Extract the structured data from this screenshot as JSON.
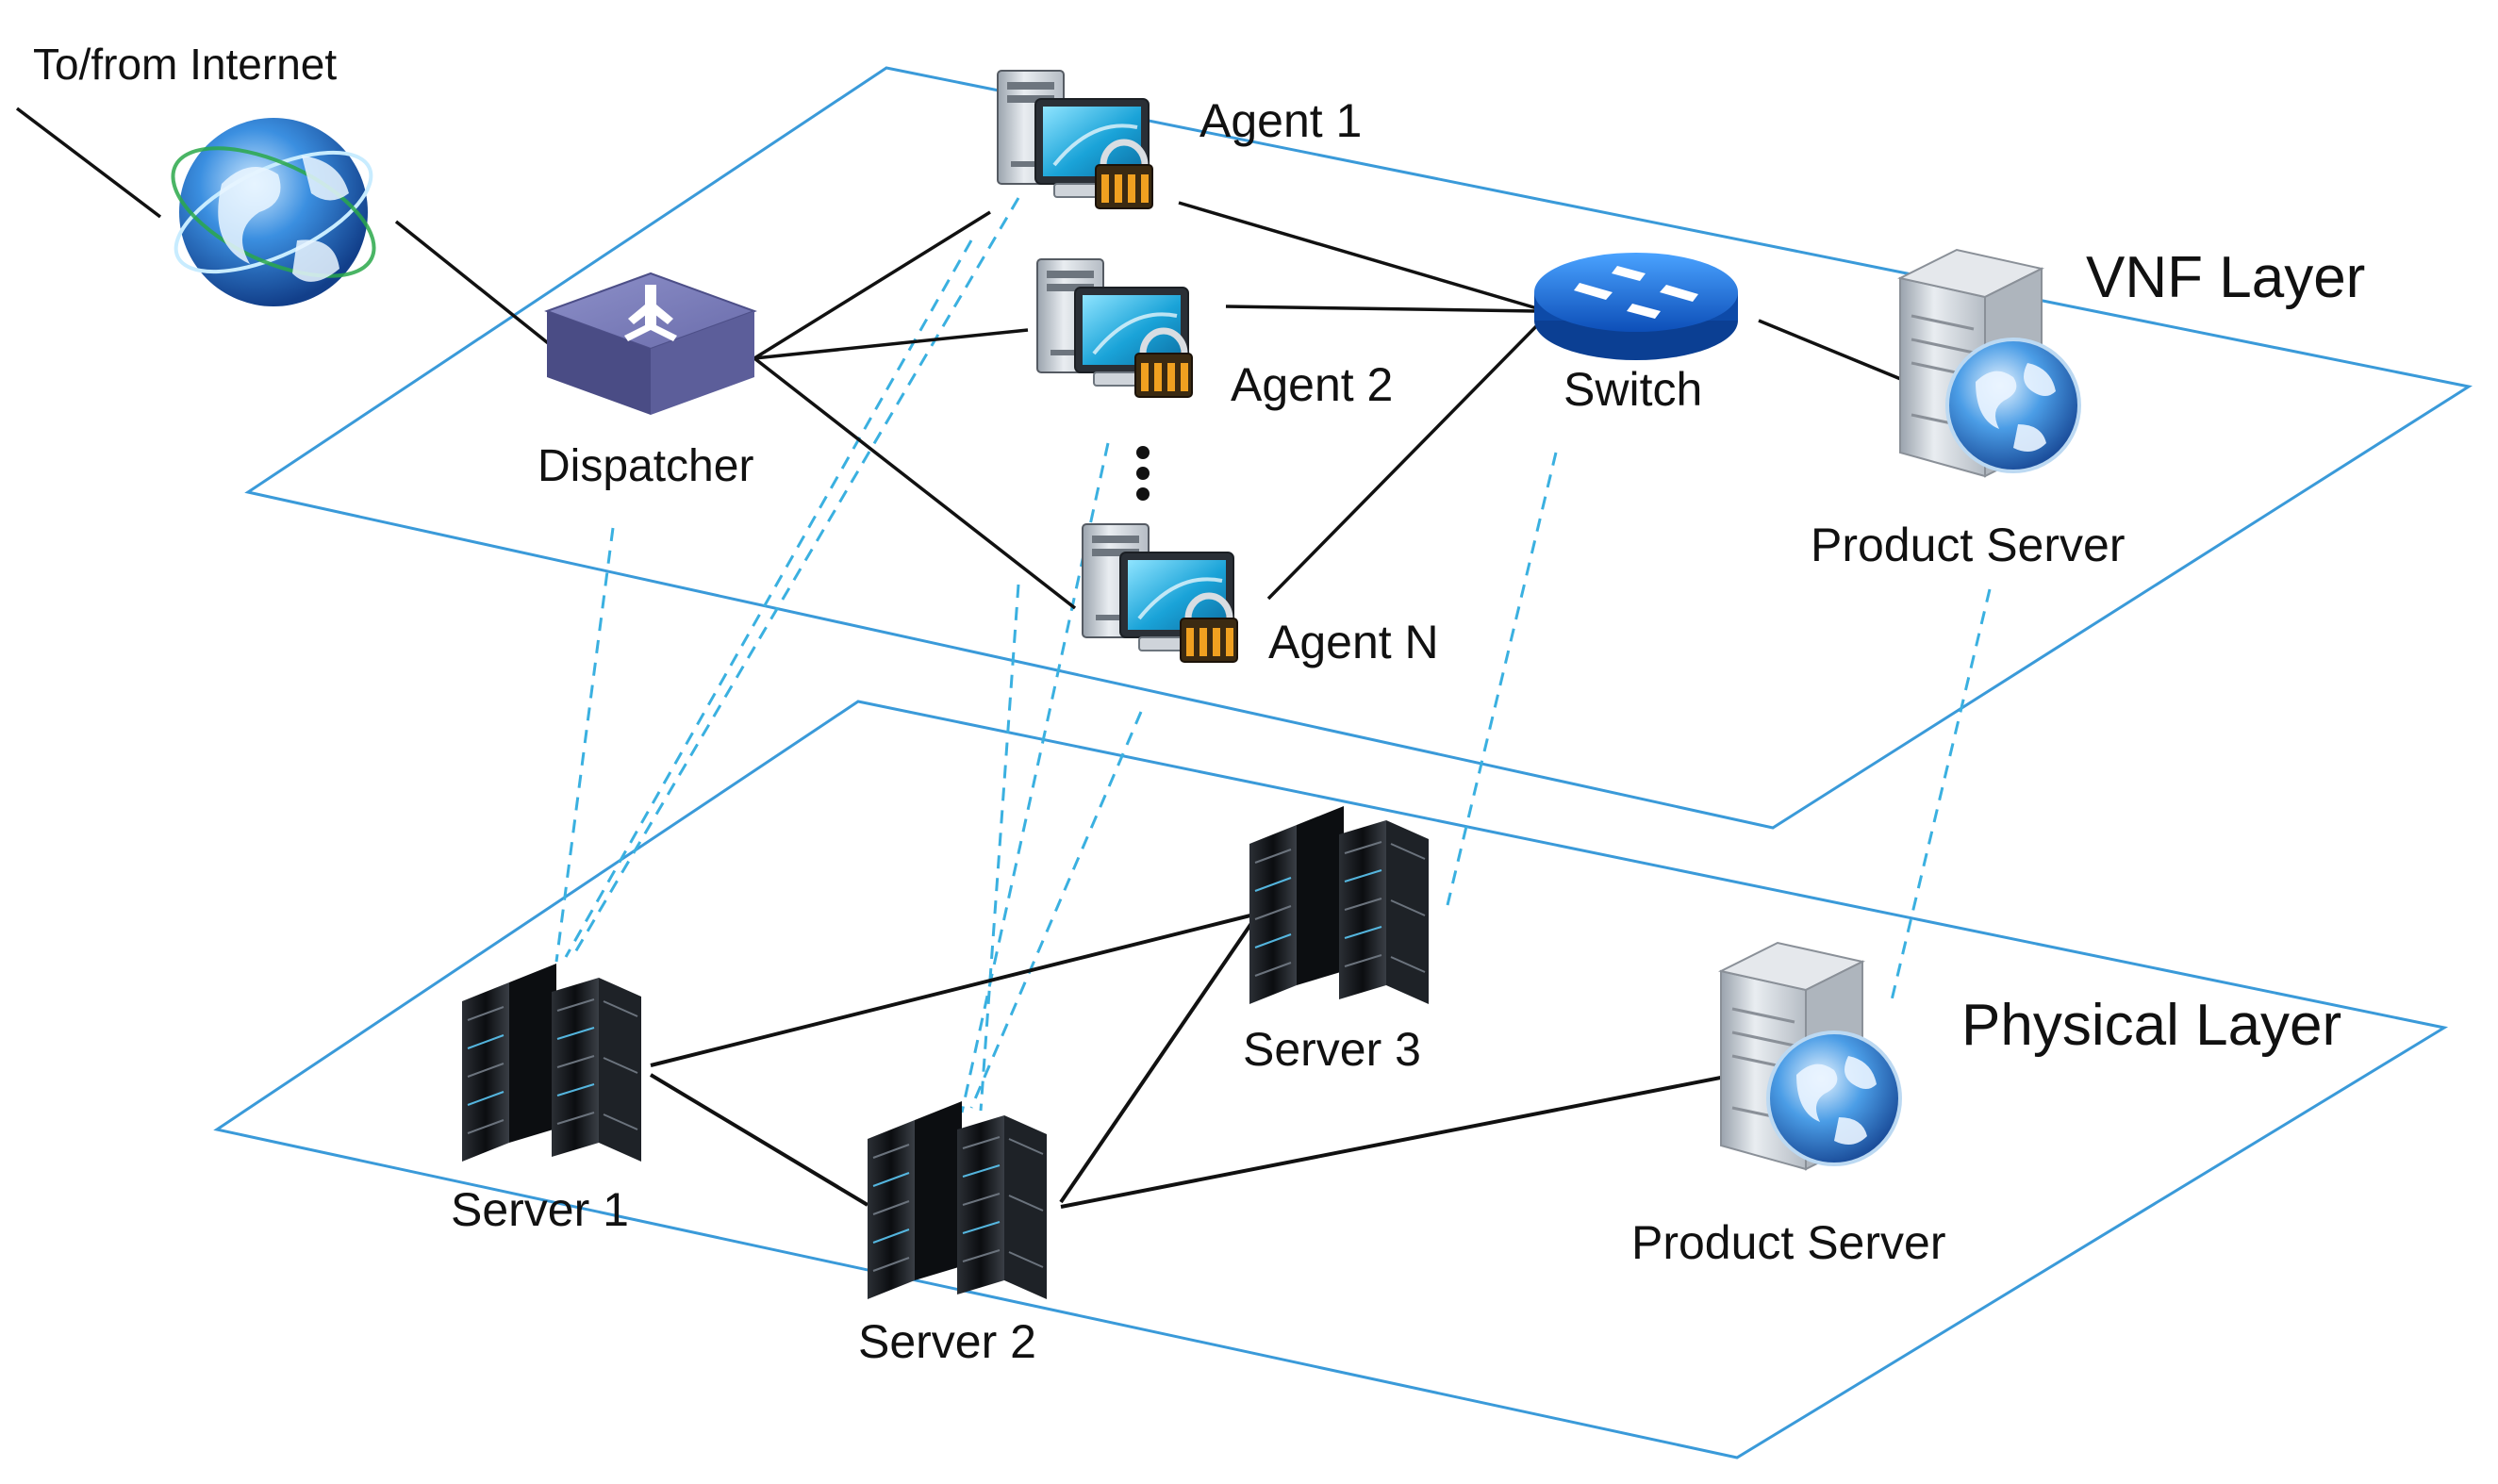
{
  "labels": {
    "internet": "To/from Internet",
    "dispatcher": "Dispatcher",
    "agent1": "Agent 1",
    "agent2": "Agent 2",
    "agentN": "Agent N",
    "switch": "Switch",
    "product_server_vnf": "Product Server",
    "vnf_layer": "VNF Layer",
    "physical_layer": "Physical Layer",
    "server1": "Server 1",
    "server2": "Server 2",
    "server3": "Server 3",
    "product_server_phys": "Product Server"
  },
  "icons": {
    "globe": "globe-icon",
    "dispatcher": "router-box-icon",
    "agents": "secure-computer-icon",
    "switch": "network-switch-icon",
    "product_server": "web-server-icon",
    "physical_server": "server-rack-icon"
  },
  "colors": {
    "layer_outline": "#3a9ad9",
    "mapping_line": "#3ab0e0",
    "link_line": "#111111"
  }
}
